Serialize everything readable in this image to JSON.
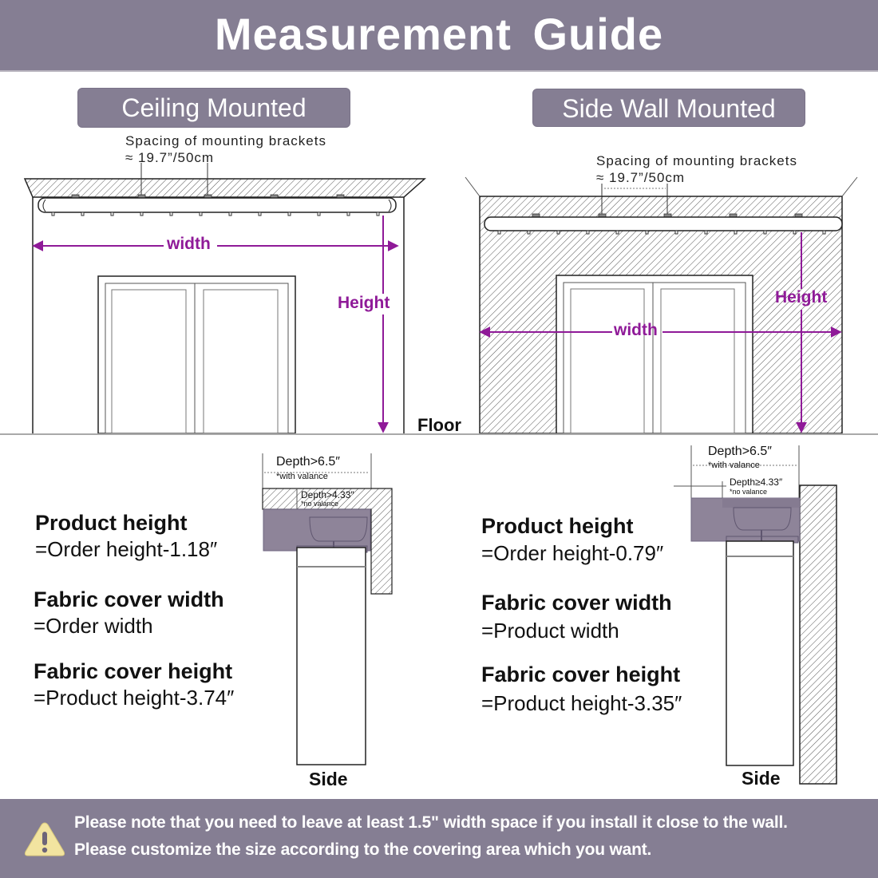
{
  "header": {
    "title": "Measurement  Guide",
    "background": "#857e93"
  },
  "ceiling_mounted": {
    "label": "Ceiling Mounted",
    "bracket_spacing_line1": "Spacing of mounting brackets",
    "bracket_spacing_line2": "≈ 19.7”/50cm",
    "width_label": "width",
    "height_label": "Height",
    "floor_label": "Floor"
  },
  "side_wall_mounted": {
    "label": "Side Wall Mounted",
    "bracket_spacing_line1": "Spacing of mounting brackets",
    "bracket_spacing_line2": "≈ 19.7”/50cm",
    "width_label": "width",
    "height_label": "Height"
  },
  "ceiling_side_view": {
    "depth_valance": "Depth>6.5″",
    "with_valance": "*with valance",
    "depth_no_valance": "Depth>4.33″",
    "no_valance": "*no valance",
    "side_label": "Side",
    "specs": [
      {
        "title": "Product height",
        "formula": "=Order height-1.18″"
      },
      {
        "title": "Fabric cover width",
        "formula": "=Order width"
      },
      {
        "title": "Fabric cover height",
        "formula": "=Product height-3.74″"
      }
    ]
  },
  "wall_side_view": {
    "depth_valance": "Depth>6.5″",
    "with_valance": "*with valance",
    "depth_no_valance": "Depth≥4.33″",
    "no_valance": "*no valance",
    "side_label": "Side",
    "specs": [
      {
        "title": "Product height",
        "formula": "=Order height-0.79″"
      },
      {
        "title": "Fabric cover width",
        "formula": "=Product width"
      },
      {
        "title": "Fabric cover height",
        "formula": "=Product height-3.35″"
      }
    ]
  },
  "footer": {
    "icon": "warning-icon",
    "line1": "Please note that you need to leave at least 1.5\" width space if you install it close to the wall.",
    "line2": "Please customize the size according to the covering area which you want."
  },
  "colors": {
    "accent_purple": "#8f1a98",
    "panel_gray_purple": "#857e93",
    "headrail_purple": "#8e8499",
    "warning_yellow": "#f2e4a0"
  }
}
